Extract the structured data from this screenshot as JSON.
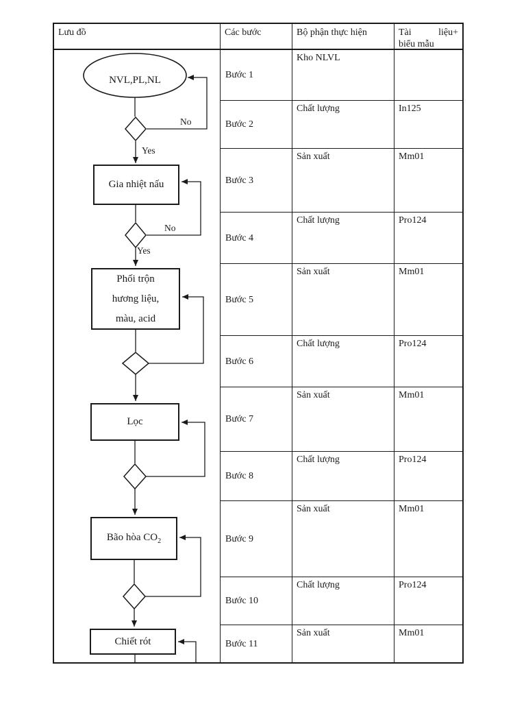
{
  "table": {
    "headers": {
      "flowchart": "Lưu đồ",
      "steps": "Các bước",
      "department": "Bộ phận thực hiện",
      "documents_word1": "Tài",
      "documents_word2": "liệu+",
      "documents_line2": "biểu mẫu"
    },
    "rows": [
      {
        "step": "Bước 1",
        "department": "Kho NLVL",
        "document": ""
      },
      {
        "step": "Bước 2",
        "department": "Chất lượng",
        "document": "In125"
      },
      {
        "step": "Bước 3",
        "department": "Sản xuất",
        "document": "Mm01"
      },
      {
        "step": "Bước 4",
        "department": "Chất lượng",
        "document": "Pro124"
      },
      {
        "step": "Bước 5",
        "department": "Sản xuất",
        "document": "Mm01"
      },
      {
        "step": "Bước 6",
        "department": "Chất lượng",
        "document": "Pro124"
      },
      {
        "step": "Bước 7",
        "department": "Sản xuất",
        "document": "Mm01"
      },
      {
        "step": "Bước 8",
        "department": "Chất lượng",
        "document": "Pro124"
      },
      {
        "step": "Bước 9",
        "department": "Sản xuất",
        "document": "Mm01"
      },
      {
        "step": "Bước 10",
        "department": "Chất lượng",
        "document": "Pro124"
      },
      {
        "step": "Bước 11",
        "department": "Sản xuất",
        "document": "Mm01"
      }
    ]
  },
  "flowchart": {
    "start_label": "NVL,PL,NL",
    "no_label": "No",
    "yes_label": "Yes",
    "boxes": {
      "heat": "Gia nhiệt nấu",
      "mix_lines": [
        "Phối trộn",
        "hương liệu,",
        "màu, acid"
      ],
      "filter": "Lọc",
      "co2_text": "Bão hòa CO",
      "co2_sub": "2",
      "fill": "Chiết rót"
    },
    "line_color": "#1a1a1a",
    "shape_fill": "#ffffff"
  }
}
